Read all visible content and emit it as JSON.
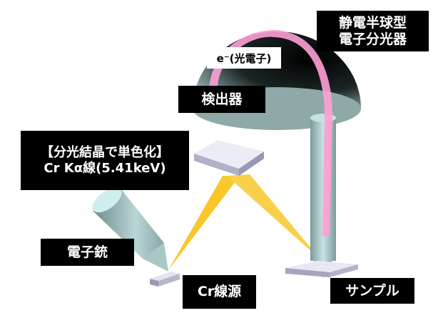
{
  "labels": {
    "analyzer": [
      "静電半球型",
      "電子分光器"
    ],
    "photoelectron": "e⁻(光電子)",
    "detector": "検出器",
    "monochromator": [
      "【分光結晶で単色化】",
      "Cr Kα線(5.41keV)"
    ],
    "electron_gun": "電子銃",
    "cr_source": "Cr線源",
    "sample": "サンプル"
  },
  "colors": {
    "dome_dark": "#0e1414",
    "dome_base": "#8fa8a8",
    "beam": "#f9c72c",
    "electron_path": "#ff9ed6",
    "plate": "#e8e8f4"
  }
}
